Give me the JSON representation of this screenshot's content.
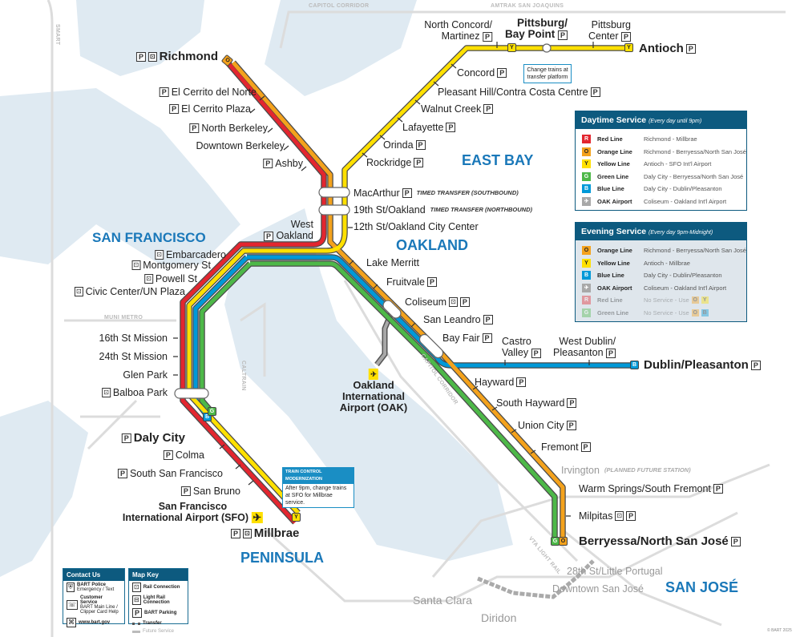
{
  "colors": {
    "red": "#e3262f",
    "orange": "#f4a21c",
    "yellow": "#ffe000",
    "green": "#4db848",
    "blue": "#0099d8",
    "water": "#dfeaf2",
    "header": "#0d5a7f",
    "region": "#1a78b9"
  },
  "icons": {
    "parking": "P",
    "rail": "⊡",
    "airport": "✈"
  },
  "regions": {
    "east_bay": "EAST BAY",
    "oakland": "OAKLAND",
    "san_francisco": "SAN FRANCISCO",
    "peninsula": "PENINSULA",
    "san_jose": "SAN JOSÉ"
  },
  "background_labels": {
    "capitol_corridor": "CAPITOL CORRIDOR",
    "amtrak": "AMTRAK SAN JOAQUINS",
    "smart": "SMART",
    "muni": "MUNI METRO",
    "caltrain": "CALTRAIN",
    "vta": "VTA LIGHT RAIL",
    "capitol_corridor_2": "CAPITOL CORRIDOR"
  },
  "stations": {
    "richmond": "Richmond",
    "el_cerrito_del_norte": "El Cerrito del Norte",
    "el_cerrito_plaza": "El Cerrito Plaza",
    "north_berkeley": "North Berkeley",
    "downtown_berkeley": "Downtown Berkeley",
    "ashby": "Ashby",
    "west_oakland_1": "West",
    "west_oakland_2": "Oakland",
    "embarcadero": "Embarcadero",
    "montgomery": "Montgomery St",
    "powell": "Powell St",
    "civic_center": "Civic Center/UN Plaza",
    "mission_16": "16th St Mission",
    "mission_24": "24th St Mission",
    "glen_park": "Glen Park",
    "balboa_park": "Balboa Park",
    "daly_city": "Daly City",
    "colma": "Colma",
    "ssf": "South San Francisco",
    "san_bruno": "San Bruno",
    "sfo_1": "San Francisco",
    "sfo_2": "International Airport (SFO)",
    "millbrae": "Millbrae",
    "north_concord_1": "North Concord/",
    "north_concord_2": "Martinez",
    "pittsburg_bp_1": "Pittsburg/",
    "pittsburg_bp_2": "Bay Point",
    "pittsburg_c_1": "Pittsburg",
    "pittsburg_c_2": "Center",
    "antioch": "Antioch",
    "concord": "Concord",
    "pleasant_hill": "Pleasant Hill/Contra Costa Centre",
    "walnut_creek": "Walnut Creek",
    "lafayette": "Lafayette",
    "orinda": "Orinda",
    "rockridge": "Rockridge",
    "macarthur": "MacArthur",
    "macarthur_note": "TIMED TRANSFER (SOUTHBOUND)",
    "oakland_19th": "19th St/Oakland",
    "oakland_19th_note": "TIMED TRANSFER (NORTHBOUND)",
    "oakland_12th": "12th St/Oakland City Center",
    "lake_merritt": "Lake Merritt",
    "fruitvale": "Fruitvale",
    "coliseum": "Coliseum",
    "san_leandro": "San Leandro",
    "bay_fair": "Bay Fair",
    "castro_valley_1": "Castro",
    "castro_valley_2": "Valley",
    "west_dublin_1": "West Dublin/",
    "west_dublin_2": "Pleasanton",
    "dublin": "Dublin/Pleasanton",
    "oak_1": "Oakland",
    "oak_2": "International",
    "oak_3": "Airport (OAK)",
    "hayward": "Hayward",
    "south_hayward": "South Hayward",
    "union_city": "Union City",
    "fremont": "Fremont",
    "irvington": "Irvington",
    "irvington_note": "(PLANNED FUTURE STATION)",
    "warm_springs": "Warm Springs/South Fremont",
    "milpitas": "Milpitas",
    "berryessa": "Berryessa/North San José",
    "little_portugal": "28th St/Little Portugal",
    "downtown_sj": "Downtown San José",
    "santa_clara": "Santa Clara",
    "diridon": "Diridon"
  },
  "callouts": {
    "transfer": "Change trains at transfer platform",
    "tcm_title": "TRAIN CONTROL MODERNIZATION",
    "tcm_body": "After 9pm, change trains at SFO for Millbrae service."
  },
  "line_badges": {
    "R": "R",
    "O": "O",
    "Y": "Y",
    "G": "G",
    "B": "B"
  },
  "daytime": {
    "title": "Daytime Service",
    "subtitle": "(Every day until 9pm)",
    "rows": [
      {
        "code": "R",
        "name": "Red Line",
        "route": "Richmond - Millbrae"
      },
      {
        "code": "O",
        "name": "Orange Line",
        "route": "Richmond - Berryessa/North San José"
      },
      {
        "code": "Y",
        "name": "Yellow Line",
        "route": "Antioch - SFO Int'l Airport"
      },
      {
        "code": "G",
        "name": "Green Line",
        "route": "Daly City - Berryessa/North San José"
      },
      {
        "code": "B",
        "name": "Blue Line",
        "route": "Daly City - Dublin/Pleasanton"
      },
      {
        "code": "✈",
        "name": "OAK Airport",
        "route": "Coliseum - Oakland Int'l Airport"
      }
    ]
  },
  "evening": {
    "title": "Evening Service",
    "subtitle": "(Every day 9pm-Midnight)",
    "rows": [
      {
        "code": "O",
        "name": "Orange Line",
        "route": "Richmond - Berryessa/North San José"
      },
      {
        "code": "Y",
        "name": "Yellow Line",
        "route": "Antioch - Millbrae"
      },
      {
        "code": "B",
        "name": "Blue Line",
        "route": "Daly City - Dublin/Pleasanton"
      },
      {
        "code": "✈",
        "name": "OAK Airport",
        "route": "Coliseum - Oakland Int'l Airport"
      },
      {
        "code": "R",
        "name": "Red Line",
        "route": "No Service - Use",
        "use": [
          "O",
          "Y"
        ]
      },
      {
        "code": "G",
        "name": "Green Line",
        "route": "No Service - Use",
        "use": [
          "O",
          "B"
        ]
      }
    ]
  },
  "contact": {
    "title": "Contact Us",
    "police": "BART Police",
    "police_sub": "Emergency / Text",
    "customer": "Customer Service",
    "customer_sub": "BART Main Line / Clipper Card Help",
    "web": "www.bart.gov"
  },
  "map_key": {
    "title": "Map Key",
    "rail": "Rail Connection",
    "light_rail": "Light Rail Connection",
    "parking": "BART Parking",
    "transfer": "Transfer",
    "future": "Future Service"
  },
  "copyright": "© BART 2025"
}
